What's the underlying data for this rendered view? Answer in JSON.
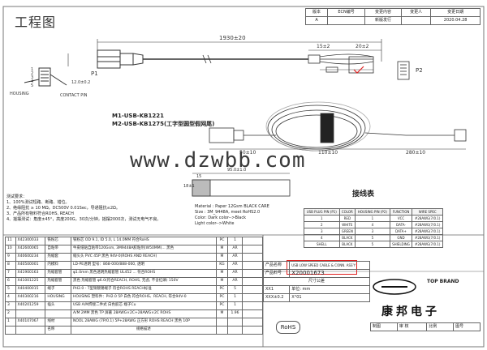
{
  "title": "工程图",
  "revision_table": {
    "headers": [
      "版本",
      "ECN编号",
      "变更内容",
      "变更人",
      "变更日期"
    ],
    "rows": [
      [
        "A",
        "",
        "新版发行",
        "",
        "2020.04.28"
      ]
    ]
  },
  "drawing": {
    "total_length": "1930±20",
    "dim_15": "15±2",
    "dim_20": "20±2",
    "label_p1": "P1",
    "label_p2": "P2",
    "plug_dim": "12.0±0.2",
    "housing_label": "HOUSING",
    "contact_label": "CONTACT PIN",
    "pin_numbers": [
      "1",
      "2",
      "3",
      "4",
      "5"
    ],
    "model_m1": "M1-USB-KB1221",
    "model_m2": "M2-USB-KB1275(工字型圆型假网尾)",
    "dim_bottom": [
      "50±10",
      "110±10",
      "280±10"
    ],
    "label_dim": "95.0±1.0",
    "label_dim2": "18±1",
    "label_dim3": "15",
    "material_lines": [
      "Material : Paper 12Gsm BLACK CARE",
      "Size : 3M_9448A, meet RoHS2.0",
      "Color: Dark color-->Black",
      "Light color-->White"
    ]
  },
  "watermark": "www.dzwbb.com",
  "notes": {
    "heading": "测试要求：",
    "items": [
      "1、100%测试短路、断路、错位。",
      "2、绝缘阻抗 ≥ 10 MΩ，DC500V  0.01Sec，导通阻抗≤2Ω。",
      "3、产品所有物料符合ROHS, REACH",
      "4、摇摆测试：角度±45°，高度200G，30次/分钟，摇摆2000次，测试无电气不良。"
    ]
  },
  "wiring": {
    "heading": "接线表",
    "headers": [
      "USB PLUG PIN (P1)",
      "COLOR",
      "HOUSING PIN (P2)",
      "FUNCTION",
      "WIRE SPEC"
    ],
    "rows": [
      [
        "1",
        "RED",
        "1",
        "VCC",
        "#28AWG(7/0.1)"
      ],
      [
        "2",
        "WHITE",
        "4",
        "DATA-",
        "#28AWG(7/0.1)"
      ],
      [
        "3",
        "GREEN",
        "3",
        "DATA+",
        "#28AWG(7/0.1)"
      ],
      [
        "4",
        "BLACK",
        "5",
        "GND",
        "#28AWG(7/0.1)"
      ],
      [
        "SHELL",
        "BLACK",
        "5",
        "SHIELDING",
        "#28AWG(7/0.1)"
      ]
    ]
  },
  "bom": [
    {
      "no": "11",
      "pn": "X42300033",
      "name": "铁粉芯",
      "spec": "铁粉芯 OD 9.1, ID 5.0, L 14.0MM  符合RoHS",
      "cs": "PC",
      "qty": "1",
      "note": ""
    },
    {
      "no": "10",
      "pn": "X42600065",
      "name": "自粘带",
      "spec": "牛皮纸贴自粘带120Gsm, 3M9448A胶粘剂(W50MM)... 黑色",
      "cs": "M",
      "qty": "AR",
      "note": ""
    },
    {
      "no": "9",
      "pn": "X40600234",
      "name": "热缩套",
      "spec": "缩头头 PVC 45P 黑色 94V-0(ROHS AND REACH)",
      "cs": "M",
      "qty": "AR",
      "note": ""
    },
    {
      "no": "8",
      "pn": "X40500001",
      "name": "内模料",
      "spec": "LD-PE透明 型号：868-000/888-000, 透明",
      "cs": "KG",
      "qty": "AR",
      "note": ""
    },
    {
      "no": "7",
      "pn": "X41900163",
      "name": "热缩套管",
      "spec": "φ1.0mm 黑色透明热缩套管 UL452 ... 符合ROHS",
      "cs": "M",
      "qty": "AR",
      "note": ""
    },
    {
      "no": "6",
      "pn": "X41001225",
      "name": "热缩套管",
      "spec": "黑色 热缩套管 φ6.0(符合REACH, ROHS, 无卤, 不含红磷) 150V",
      "cs": "M",
      "qty": "AR",
      "note": ""
    },
    {
      "no": "5",
      "pn": "X40400015",
      "name": "端子",
      "spec": "PH2.0 - T型铜镀锡端子 符合ROHS REACH标准",
      "cs": "PC",
      "qty": "5",
      "note": ""
    },
    {
      "no": "4",
      "pn": "X40300216",
      "name": "HOUSING",
      "spec": "HOUSING 塑料件：PH2.0 5P 白色 符合ROHS、REACH, 符合94V-0",
      "cs": "PC",
      "qty": "1",
      "note": ""
    },
    {
      "no": "3",
      "pn": "X40201259",
      "name": "插头",
      "spec": "USB A/M焊接二件式 白色胶芯 端子Cu",
      "cs": "PC",
      "qty": "1",
      "note": ""
    },
    {
      "no": "2",
      "pn": "",
      "name": "",
      "spec": "A/M 2MM 黑色 TP 屏蔽 28AWG×2C+28AWG×2C ROHS",
      "cs": "M",
      "qty": "1.96",
      "note": ""
    },
    {
      "no": "1",
      "pn": "X40107067",
      "name": "线材",
      "spec": "NOOL 28AWG (7P/0.1) 5P+28AWG 正方形 ROHS REACH 黑色 10P",
      "cs": "",
      "qty": "",
      "note": ""
    }
  ],
  "bom_footer": {
    "name": "名称",
    "spec": "规格描述"
  },
  "title_block": {
    "product_name_label": "产品名称",
    "product_name": "USB LOW SPEED CABLE & CONN. ASS'Y",
    "part_no_label": "产品料号",
    "part_no": "X20001673",
    "size_label": "尺寸公差",
    "tol_x": "XX1",
    "tol_xx": "XXX±0.2",
    "tol_ang": "X°01",
    "unit": "单位: mm",
    "scale": "比例",
    "sheet": "图号",
    "approve": "审 核",
    "draw": "制图",
    "brand": "TOP BRAND",
    "company": "康邦电子",
    "rohs": "RoHS"
  }
}
